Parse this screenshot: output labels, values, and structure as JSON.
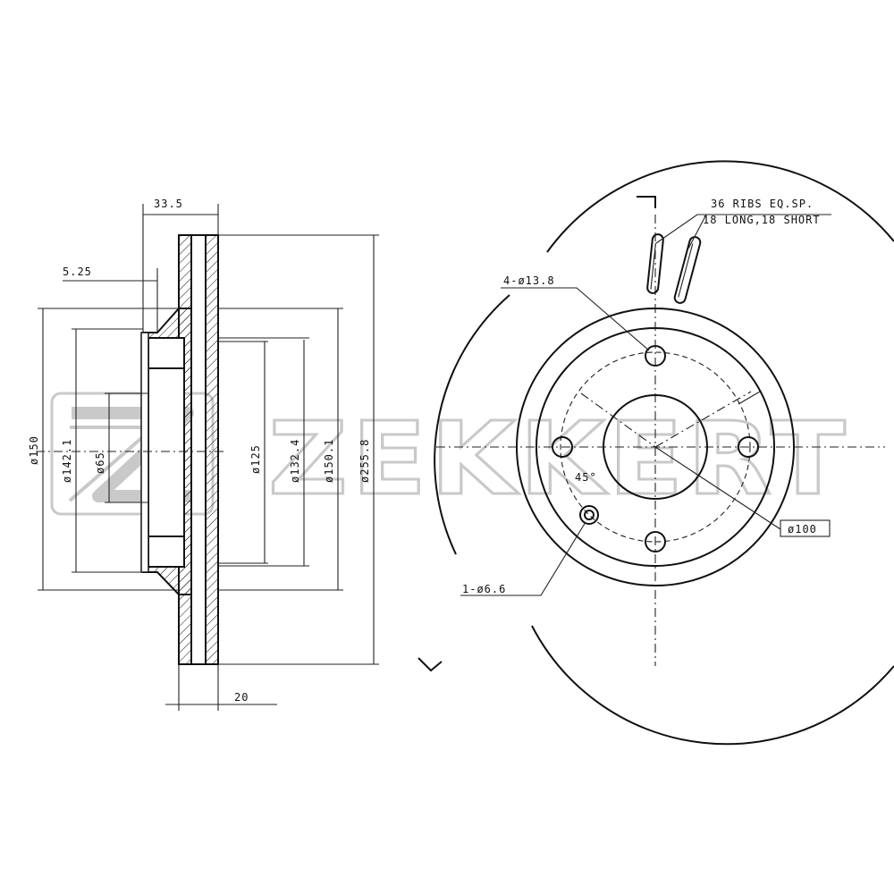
{
  "watermark": {
    "text": "ZEKKERT",
    "logo_color": "#c9c9c9"
  },
  "side_view": {
    "dims": {
      "offset": "33.5",
      "flange": "5.25",
      "thickness": "20",
      "d150": "ø150",
      "d142": "ø142.1",
      "d65": "ø65",
      "d125": "ø125",
      "d132": "ø132.4",
      "d150_1": "ø150.1",
      "d255": "ø255.8"
    }
  },
  "front_view": {
    "ribs_note_line1": "36 RIBS EQ.SP.",
    "ribs_note_line2": "18 LONG,18 SHORT",
    "bolt_holes": "4-ø13.8",
    "pin_hole": "1-ø6.6",
    "angle": "45°",
    "pcd": "ø100"
  },
  "colors": {
    "line": "#111111",
    "background": "#ffffff"
  }
}
